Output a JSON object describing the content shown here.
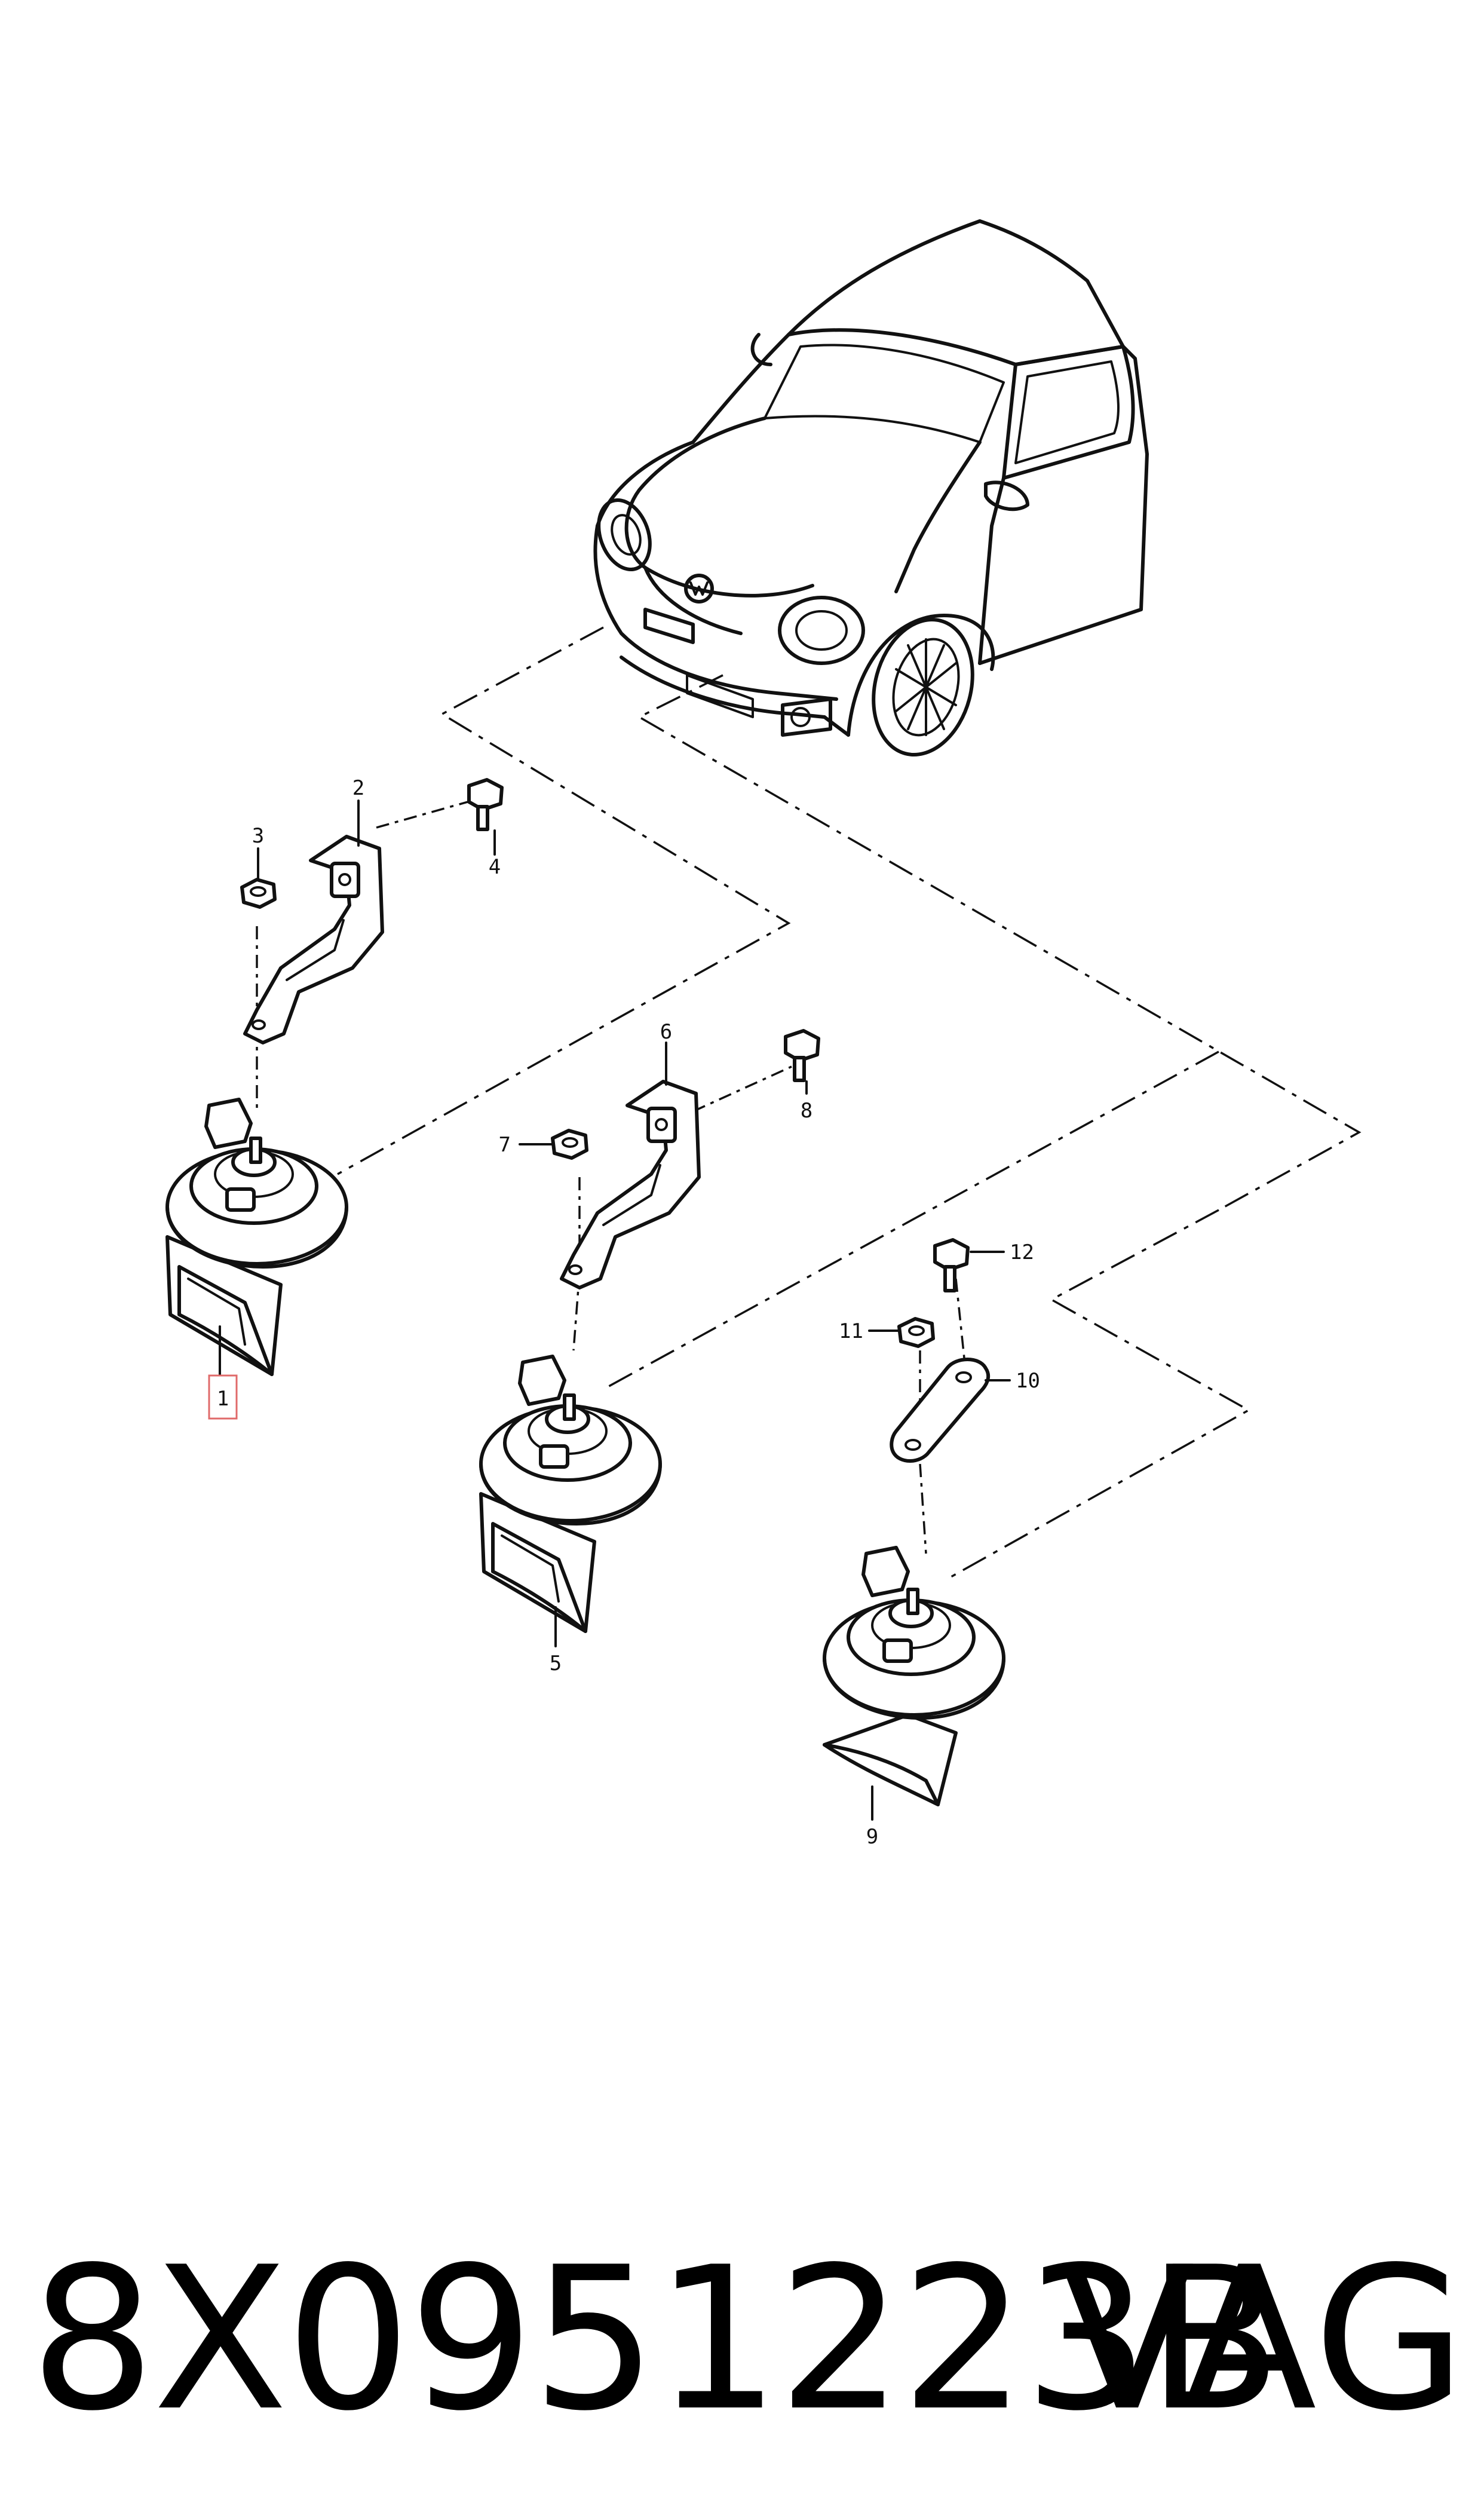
{
  "diagram": {
    "callouts": [
      "1",
      "2",
      "3",
      "4",
      "5",
      "6",
      "7",
      "8",
      "9",
      "10",
      "11",
      "12"
    ],
    "highlighted_callout": "1"
  },
  "footer": {
    "part_number": "8X0951223B",
    "brand": "VAG"
  }
}
